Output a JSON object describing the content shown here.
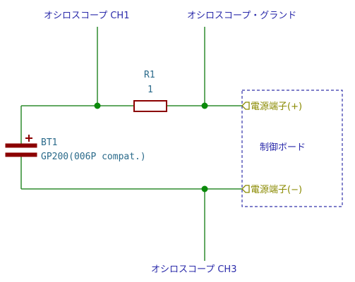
{
  "net_labels": {
    "scope_ch1": "オシロスコープ CH1",
    "scope_ground": "オシロスコープ・グランド",
    "scope_ch3": "オシロスコープ CH3"
  },
  "resistor": {
    "ref": "R1",
    "value": "1"
  },
  "battery": {
    "ref": "BT1",
    "value": "GP200(006P compat.)",
    "plus_sign": "+"
  },
  "control_board": {
    "title": "制御ボード",
    "port_plus": "電源端子(+)",
    "port_minus": "電源端子(−)"
  },
  "colors": {
    "wire": "#2e8b2e",
    "junction": "#0a8a0a",
    "net_label": "#2a2aaa",
    "component": "#8b0000",
    "port": "#8a8a00"
  }
}
